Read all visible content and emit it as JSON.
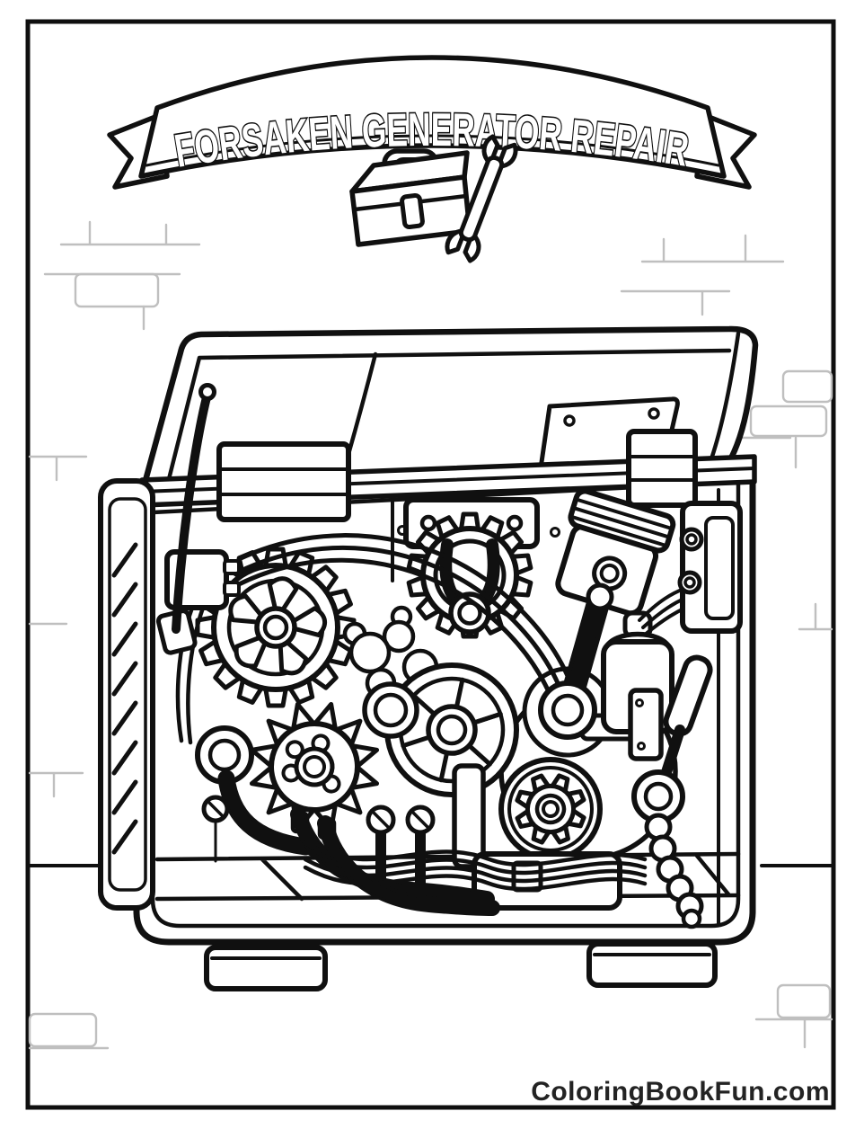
{
  "page": {
    "background": "#ffffff",
    "border_color": "#0f0f0f",
    "line_color": "#101010",
    "brick_line_color": "#bfbfbf",
    "watermark_color": "#232323"
  },
  "banner": {
    "title": "FORSAKEN GENERATOR REPAIR"
  },
  "footer": {
    "watermark": "ColoringBookFun.com"
  },
  "illustration": {
    "kind": "coloring-book line art",
    "subject": "open portable generator being repaired against a brick wall",
    "elements": [
      "ribbon-banner",
      "toolbox-icon",
      "wrench-icon",
      "brick-wall",
      "floor-line",
      "generator-lid",
      "lid-inner-panel",
      "hinge-bar",
      "hinge-brackets",
      "antenna",
      "vent-panel",
      "terminal-block",
      "gear-large",
      "gear-center",
      "yoke-fork",
      "fan-wheel",
      "gear-spiky",
      "gear-small-housed",
      "blob-cluster",
      "piston",
      "connecting-rod",
      "crank-bearing",
      "coil-canister",
      "right-component-panel",
      "control-lever",
      "lever-pivot",
      "corrugated-hose",
      "mounting-bolts",
      "cable-bundles",
      "bottom-wire-band",
      "mount-plate",
      "generator-feet"
    ]
  }
}
